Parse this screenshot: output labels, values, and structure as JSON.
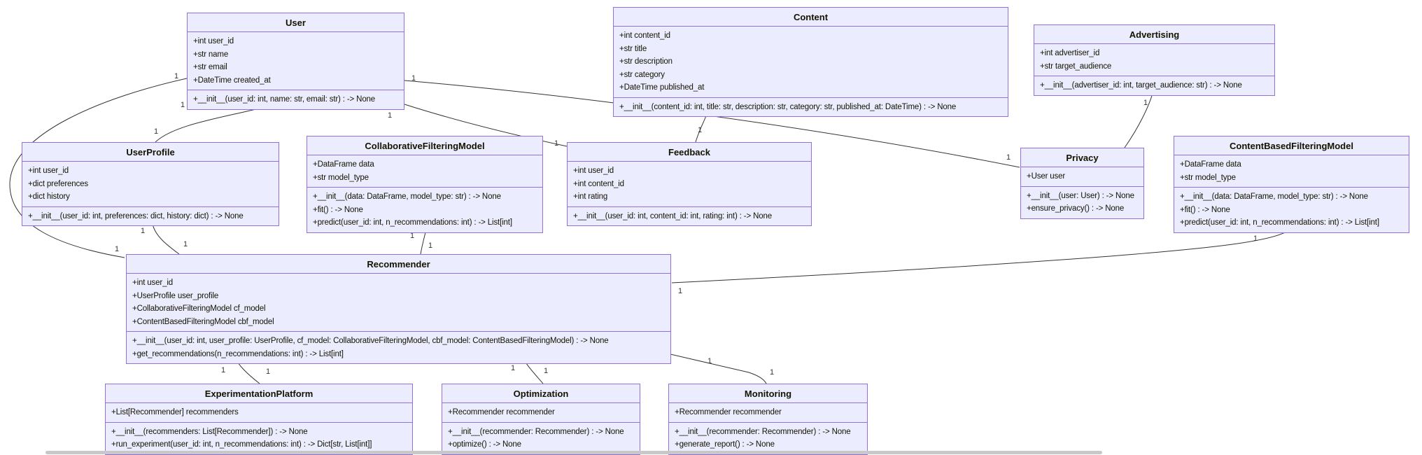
{
  "diagram": {
    "kind": "UML class diagram",
    "background": "#ffffff",
    "box_fill": "#ECECFF",
    "box_border": "#9370DB",
    "edge_color": "#333333"
  },
  "classes": [
    {
      "name": "User",
      "attributes": [
        "+int user_id",
        "+str name",
        "+str email",
        "+DateTime created_at"
      ],
      "methods": [
        "+__init__(user_id: int, name: str, email: str) : -> None"
      ]
    },
    {
      "name": "Content",
      "attributes": [
        "+int content_id",
        "+str title",
        "+str description",
        "+str category",
        "+DateTime published_at"
      ],
      "methods": [
        "+__init__(content_id: int, title: str, description: str, category: str, published_at: DateTime) : -> None"
      ]
    },
    {
      "name": "Advertising",
      "attributes": [
        "+int advertiser_id",
        "+str target_audience"
      ],
      "methods": [
        "+__init__(advertiser_id: int, target_audience: str) : -> None"
      ]
    },
    {
      "name": "UserProfile",
      "attributes": [
        "+int user_id",
        "+dict preferences",
        "+dict history"
      ],
      "methods": [
        "+__init__(user_id: int, preferences: dict, history: dict) : -> None"
      ]
    },
    {
      "name": "CollaborativeFilteringModel",
      "attributes": [
        "+DataFrame data",
        "+str model_type"
      ],
      "methods": [
        "+__init__(data: DataFrame, model_type: str) : -> None",
        "+fit() : -> None",
        "+predict(user_id: int, n_recommendations: int) : -> List[int]"
      ]
    },
    {
      "name": "Feedback",
      "attributes": [
        "+int user_id",
        "+int content_id",
        "+int rating"
      ],
      "methods": [
        "+__init__(user_id: int, content_id: int, rating: int) : -> None"
      ]
    },
    {
      "name": "Privacy",
      "attributes": [
        "+User user"
      ],
      "methods": [
        "+__init__(user: User) : -> None",
        "+ensure_privacy() : -> None"
      ]
    },
    {
      "name": "ContentBasedFilteringModel",
      "attributes": [
        "+DataFrame data",
        "+str model_type"
      ],
      "methods": [
        "+__init__(data: DataFrame, model_type: str) : -> None",
        "+fit() : -> None",
        "+predict(user_id: int, n_recommendations: int) : -> List[int]"
      ]
    },
    {
      "name": "Recommender",
      "attributes": [
        "+int user_id",
        "+UserProfile user_profile",
        "+CollaborativeFilteringModel cf_model",
        "+ContentBasedFilteringModel cbf_model"
      ],
      "methods": [
        "+__init__(user_id: int, user_profile: UserProfile, cf_model: CollaborativeFilteringModel, cbf_model: ContentBasedFilteringModel) : -> None",
        "+get_recommendations(n_recommendations: int) : -> List[int]"
      ]
    },
    {
      "name": "ExperimentationPlatform",
      "attributes": [
        "+List[Recommender] recommenders"
      ],
      "methods": [
        "+__init__(recommenders: List[Recommender]) : -> None",
        "+run_experiment(user_id: int, n_recommendations: int) : -> Dict[str, List[int]]"
      ]
    },
    {
      "name": "Optimization",
      "attributes": [
        "+Recommender recommender"
      ],
      "methods": [
        "+__init__(recommender: Recommender) : -> None",
        "+optimize() : -> None"
      ]
    },
    {
      "name": "Monitoring",
      "attributes": [
        "+Recommender recommender"
      ],
      "methods": [
        "+__init__(recommender: Recommender) : -> None",
        "+generate_report() : -> None"
      ]
    }
  ],
  "edges": [
    {
      "from": "User",
      "to": "UserProfile",
      "labels": [
        "1",
        "1"
      ]
    },
    {
      "from": "User",
      "to": "Recommender",
      "labels": [
        "1",
        "1"
      ]
    },
    {
      "from": "User",
      "to": "Feedback",
      "labels": [
        "1",
        "1"
      ]
    },
    {
      "from": "User",
      "to": "Privacy",
      "labels": [
        "1",
        "1"
      ]
    },
    {
      "from": "UserProfile",
      "to": "Recommender",
      "labels": [
        "1",
        "1"
      ]
    },
    {
      "from": "Content",
      "to": "Feedback",
      "labels": [
        "1"
      ]
    },
    {
      "from": "CollaborativeFilteringModel",
      "to": "Recommender",
      "labels": [
        "1",
        "1"
      ]
    },
    {
      "from": "ContentBasedFilteringModel",
      "to": "Recommender",
      "labels": [
        "1",
        "1"
      ]
    },
    {
      "from": "Advertising",
      "to": "Privacy",
      "labels": [
        "1"
      ]
    },
    {
      "from": "Recommender",
      "to": "ExperimentationPlatform",
      "labels": [
        "1",
        "1"
      ]
    },
    {
      "from": "Recommender",
      "to": "Optimization",
      "labels": [
        "1",
        "1"
      ]
    },
    {
      "from": "Recommender",
      "to": "Monitoring",
      "labels": [
        "1",
        "1"
      ]
    }
  ]
}
